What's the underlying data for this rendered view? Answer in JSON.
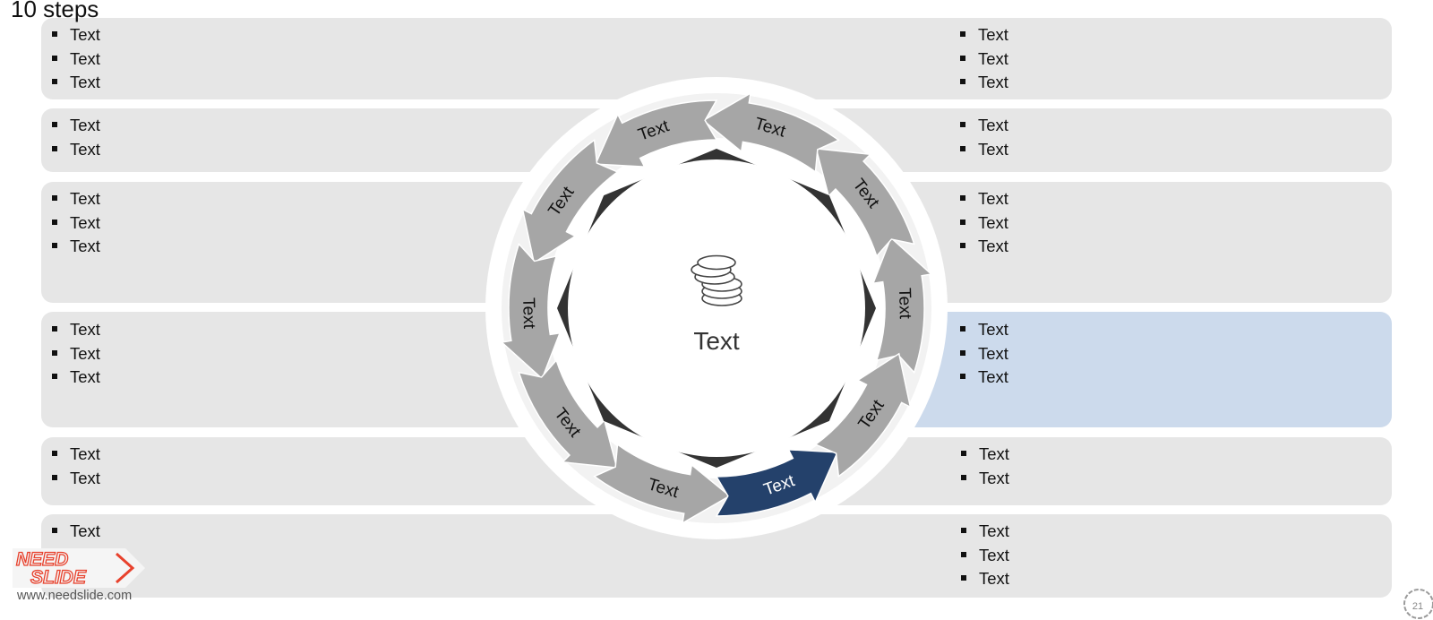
{
  "title": "10 steps",
  "center": {
    "label": "Text",
    "icon": "coins-stack-icon"
  },
  "cycle": {
    "steps": [
      "Text",
      "Text",
      "Text",
      "Text",
      "Text",
      "Text",
      "Text",
      "Text",
      "Text",
      "Text"
    ],
    "active_step": 8,
    "colors": {
      "arrow": "#a6a6a6",
      "active": "#24416b",
      "panel": "#e6e6e6",
      "active_panel": "#ccdaec",
      "hexagon": "#333333"
    }
  },
  "left_panels": [
    {
      "items": [
        "Text",
        "Text",
        "Text"
      ]
    },
    {
      "items": [
        "Text",
        "Text"
      ]
    },
    {
      "items": [
        "Text",
        "Text",
        "Text"
      ]
    },
    {
      "items": [
        "Text",
        "Text",
        "Text"
      ]
    },
    {
      "items": [
        "Text",
        "Text"
      ]
    },
    {
      "items": [
        "Text"
      ]
    }
  ],
  "right_panels": [
    {
      "items": [
        "Text",
        "Text",
        "Text"
      ]
    },
    {
      "items": [
        "Text",
        "Text"
      ]
    },
    {
      "items": [
        "Text",
        "Text",
        "Text"
      ]
    },
    {
      "items": [
        "Text",
        "Text",
        "Text"
      ],
      "highlighted": true
    },
    {
      "items": [
        "Text",
        "Text"
      ]
    },
    {
      "items": [
        "Text",
        "Text",
        "Text"
      ]
    }
  ],
  "logo": {
    "text_top": "NEED",
    "text_bottom": "SLIDE",
    "url": "www.needslide.com"
  },
  "page_number": "21"
}
